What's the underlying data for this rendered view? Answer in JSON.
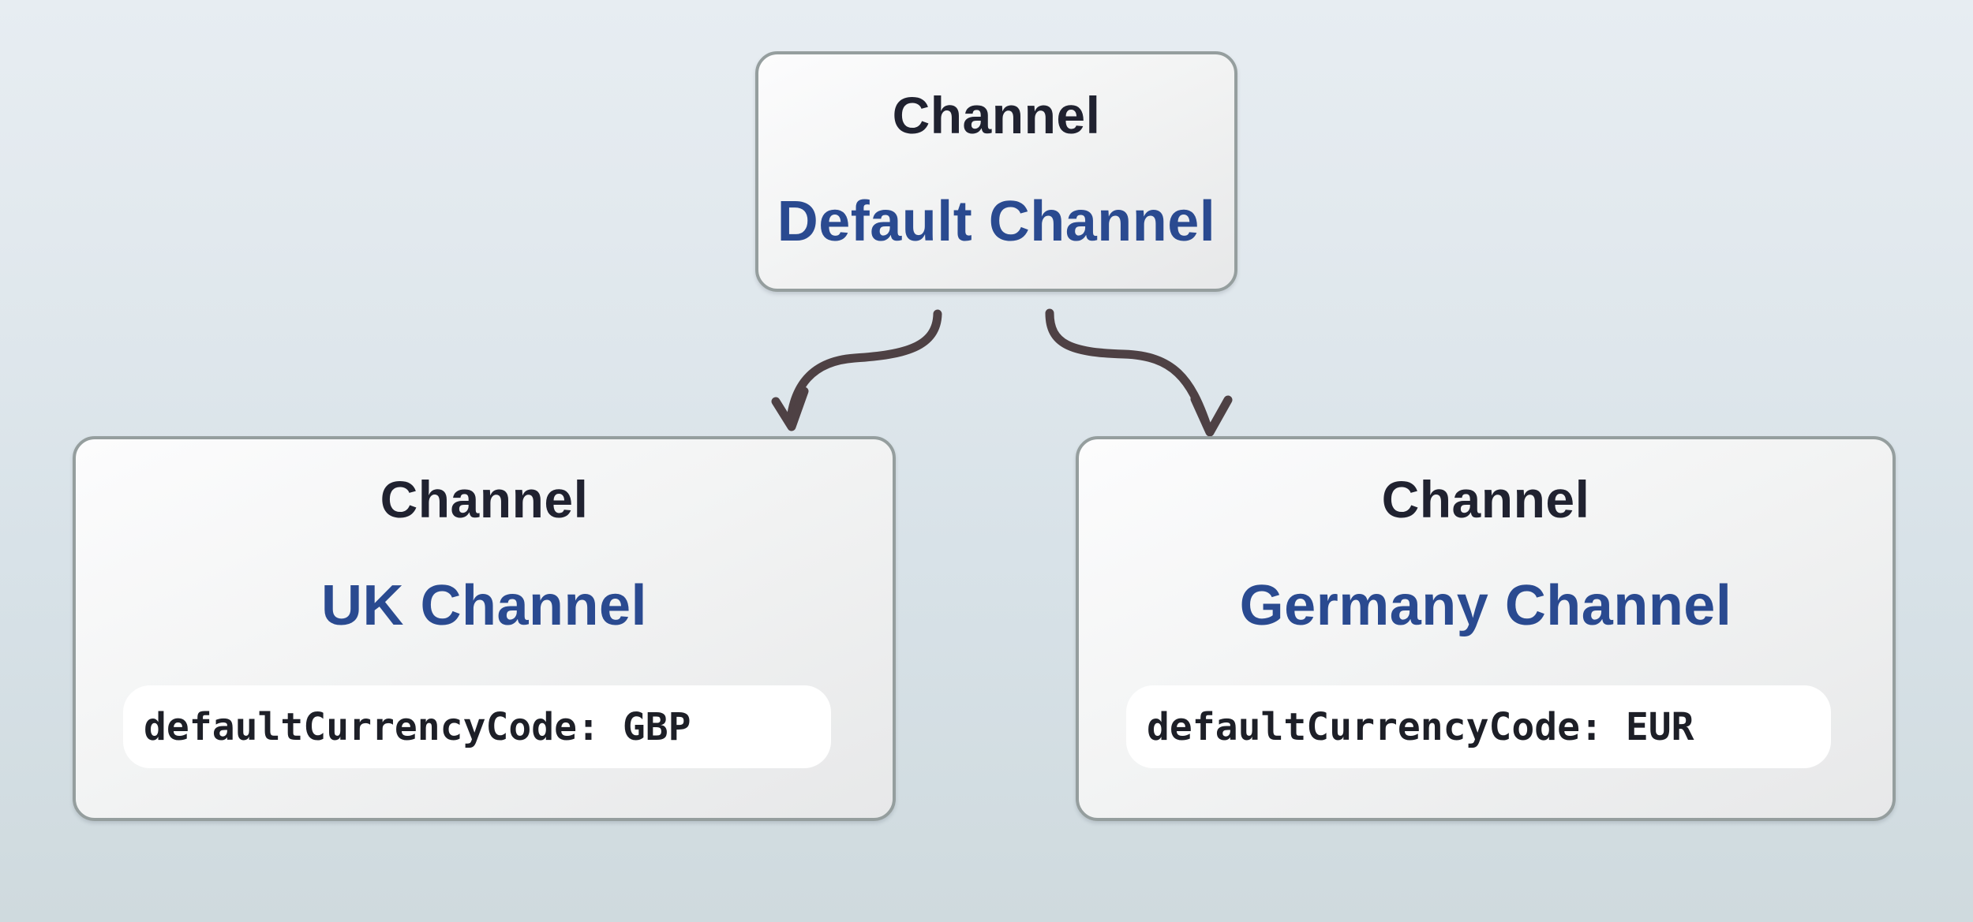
{
  "diagram": {
    "nodes": [
      {
        "id": "default-channel",
        "type_label": "Channel",
        "name": "Default Channel"
      },
      {
        "id": "uk-channel",
        "type_label": "Channel",
        "name": "UK Channel",
        "code": "defaultCurrencyCode: GBP"
      },
      {
        "id": "germany-channel",
        "type_label": "Channel",
        "name": "Germany Channel",
        "code": "defaultCurrencyCode: EUR"
      }
    ],
    "edges": [
      {
        "from": "Default Channel",
        "to": "UK Channel"
      },
      {
        "from": "Default Channel",
        "to": "Germany Channel"
      }
    ],
    "colors": {
      "background_top": "#e7edf2",
      "background_bottom": "#cfdade",
      "node_border": "#959e9e",
      "node_fill_top": "#fcfcfd",
      "node_fill_bottom": "#e7e8e9",
      "type_label_text": "#202230",
      "name_text": "#2a4a90",
      "code_text": "#1d1f27",
      "code_pill_background": "#ffffff",
      "arrow": "#4e4144"
    }
  }
}
